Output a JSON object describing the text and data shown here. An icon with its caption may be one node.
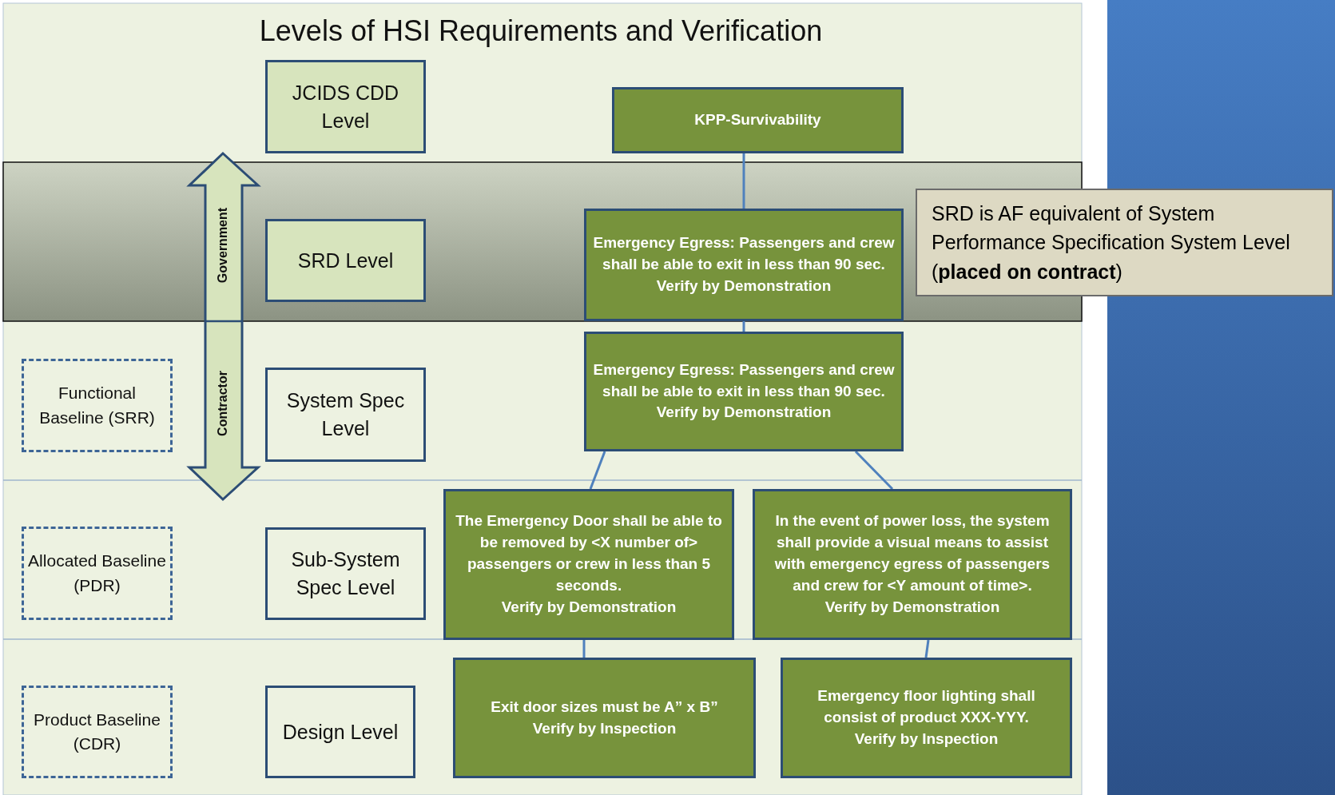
{
  "diagram": {
    "title": "Levels of HSI Requirements and Verification",
    "nodes": [
      {
        "text": [
          "JCIDS CDD Level"
        ]
      },
      {
        "text": [
          "KPP-Survivability"
        ]
      },
      {
        "text": [
          "SRD Level"
        ]
      },
      {
        "text": [
          "Emergency Egress: Passengers and crew shall be able to exit in less than 90 sec.",
          "Verify by Demonstration"
        ]
      },
      {
        "text": [
          "SRD is AF equivalent of System Performance Specification System Level (**placed on contract**)"
        ]
      },
      {
        "text": [
          "Functional Baseline (SRR)"
        ]
      },
      {
        "text": [
          "System Spec Level"
        ]
      },
      {
        "text": [
          "Emergency Egress: Passengers and crew shall be able to exit in less than 90 sec.",
          "Verify by Demonstration"
        ]
      },
      {
        "text": [
          "Allocated Baseline (PDR)"
        ]
      },
      {
        "text": [
          "Sub-System Spec Level"
        ]
      },
      {
        "text": [
          "The Emergency Door shall be able to be removed by <X number of> passengers or crew in less than 5 seconds.",
          "Verify by Demonstration"
        ]
      },
      {
        "text": [
          "In the event of power loss, the system shall provide a visual means to assist with emergency egress of passengers and crew for  <Y amount of time>.",
          "Verify by Demonstration"
        ]
      },
      {
        "text": [
          "Product Baseline (CDR)"
        ]
      },
      {
        "text": [
          "Design Level"
        ]
      },
      {
        "text": [
          "Exit door sizes must be A” x B”",
          "Verify by Inspection"
        ]
      },
      {
        "text": [
          "Emergency floor lighting shall consist of product XXX-YYY.",
          "Verify by Inspection"
        ]
      }
    ],
    "edges": [
      {
        "from": 1,
        "to": 3,
        "arrow": "none"
      },
      {
        "from": 3,
        "to": 7,
        "arrow": "none"
      },
      {
        "from": 7,
        "to": 10,
        "arrow": "none"
      },
      {
        "from": 7,
        "to": 11,
        "arrow": "none"
      },
      {
        "from": 10,
        "to": 14,
        "arrow": "none"
      },
      {
        "from": 11,
        "to": 15,
        "arrow": "none"
      }
    ],
    "labels": [
      "Government",
      "Contractor"
    ]
  }
}
